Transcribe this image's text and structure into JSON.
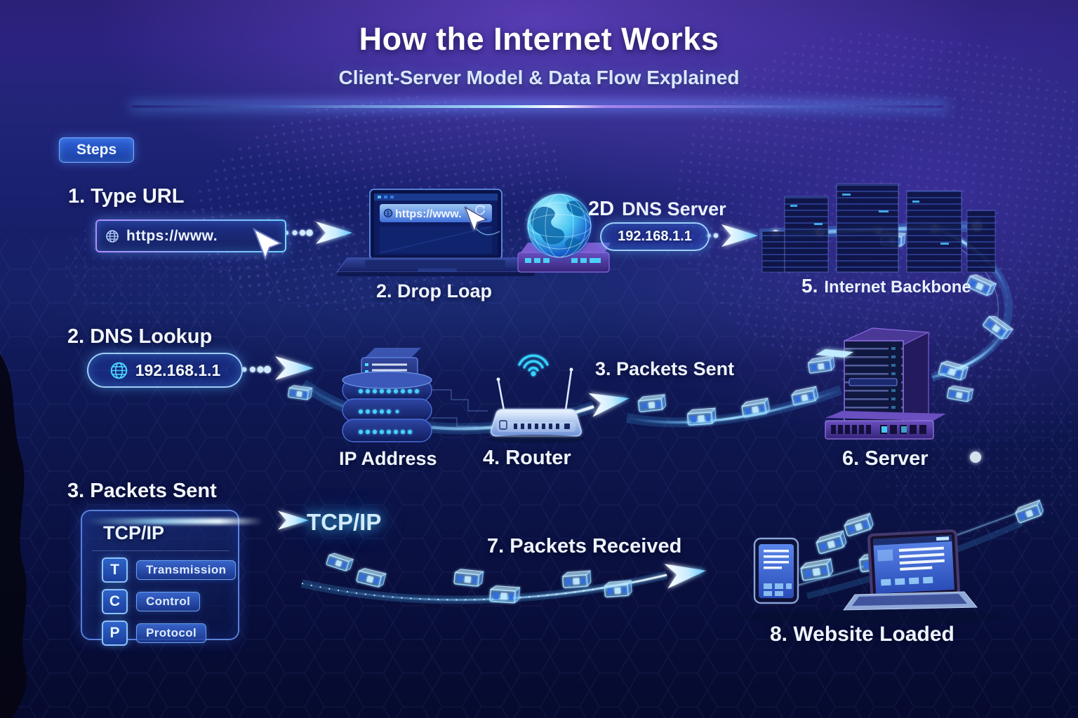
{
  "header": {
    "title": "How the Internet Works",
    "subtitle": "Client-Server Model & Data Flow Explained"
  },
  "steps_badge": {
    "label": "Steps"
  },
  "step1": {
    "heading": "1. Type URL",
    "url": "https://www."
  },
  "client": {
    "browser_url": "https://www.",
    "caption": "2. Drop Loap"
  },
  "dns_server": {
    "number": "2D",
    "label": "DNS Server",
    "ip": "192.168.1.1"
  },
  "backbone": {
    "number": "5.",
    "label": "Internet Backbone"
  },
  "step2": {
    "heading": "2. DNS Lookup",
    "ip": "192.168.1.1"
  },
  "database": {
    "caption": "IP Address"
  },
  "router": {
    "caption": "4. Router"
  },
  "packets_mid": {
    "label": "3. Packets Sent"
  },
  "server": {
    "caption": "6. Server"
  },
  "step3": {
    "heading": "3. Packets Sent",
    "panel_title": "TCP/IP",
    "rows": [
      {
        "letter": "T",
        "word": "Transmission"
      },
      {
        "letter": "C",
        "word": "Control"
      },
      {
        "letter": "P",
        "word": "Protocol"
      }
    ],
    "flow_label": "TCP/IP"
  },
  "packets_received": {
    "label": "7. Packets Received"
  },
  "website": {
    "caption": "8. Website Loaded"
  },
  "colors": {
    "accent_cyan": "#49d2ff",
    "accent_purple": "#8a63f0",
    "background_top": "#2c2178",
    "background_bottom": "#060a2e",
    "pill_border": "#9fd4ff",
    "panel_border": "#5f8ae8"
  },
  "icons": [
    "globe-icon",
    "wifi-icon",
    "cursor-arrow-icon",
    "flow-arrow-icon",
    "refresh-icon",
    "database-icon",
    "router-icon",
    "server-icon",
    "laptop-icon",
    "phone-icon",
    "packet-icon"
  ]
}
